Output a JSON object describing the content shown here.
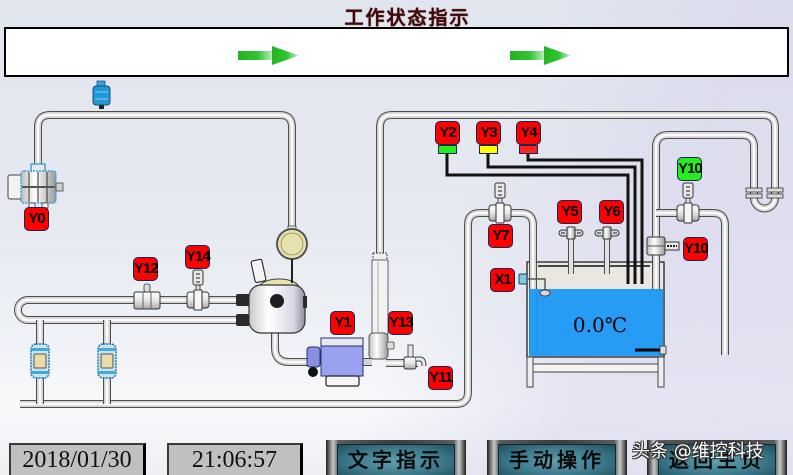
{
  "title": "工作状态指示",
  "status_panel": {
    "arrows": [
      {
        "icon": "flow-arrow-right"
      },
      {
        "icon": "flow-arrow-right"
      }
    ]
  },
  "colors": {
    "tag_off": "#ff0000",
    "tag_on": "#22ee22",
    "water": "#1a97f5"
  },
  "tags": [
    {
      "text": "Y0",
      "state": "off"
    },
    {
      "text": "Y1",
      "state": "off"
    },
    {
      "text": "Y2",
      "state": "off"
    },
    {
      "text": "Y3",
      "state": "off"
    },
    {
      "text": "Y4",
      "state": "off"
    },
    {
      "text": "Y5",
      "state": "off"
    },
    {
      "text": "Y6",
      "state": "off"
    },
    {
      "text": "Y7",
      "state": "off"
    },
    {
      "text": "Y10",
      "state": "on"
    },
    {
      "text": "Y10",
      "state": "off"
    },
    {
      "text": "Y11",
      "state": "off"
    },
    {
      "text": "Y12",
      "state": "off"
    },
    {
      "text": "Y13",
      "state": "off"
    },
    {
      "text": "Y14",
      "state": "off"
    },
    {
      "text": "X1",
      "state": "off"
    }
  ],
  "indicator_lamps": [
    {
      "color": "#22ee22"
    },
    {
      "color": "#ffff00"
    },
    {
      "color": "#ff2020"
    }
  ],
  "tank": {
    "temperature": "0.0℃"
  },
  "footer": {
    "date": "2018/01/30",
    "time": "21:06:57",
    "buttons": [
      {
        "label": "文字指示"
      },
      {
        "label": "手动操作"
      },
      {
        "label": "返回主页"
      }
    ]
  },
  "watermark": "头条 @维控科技"
}
